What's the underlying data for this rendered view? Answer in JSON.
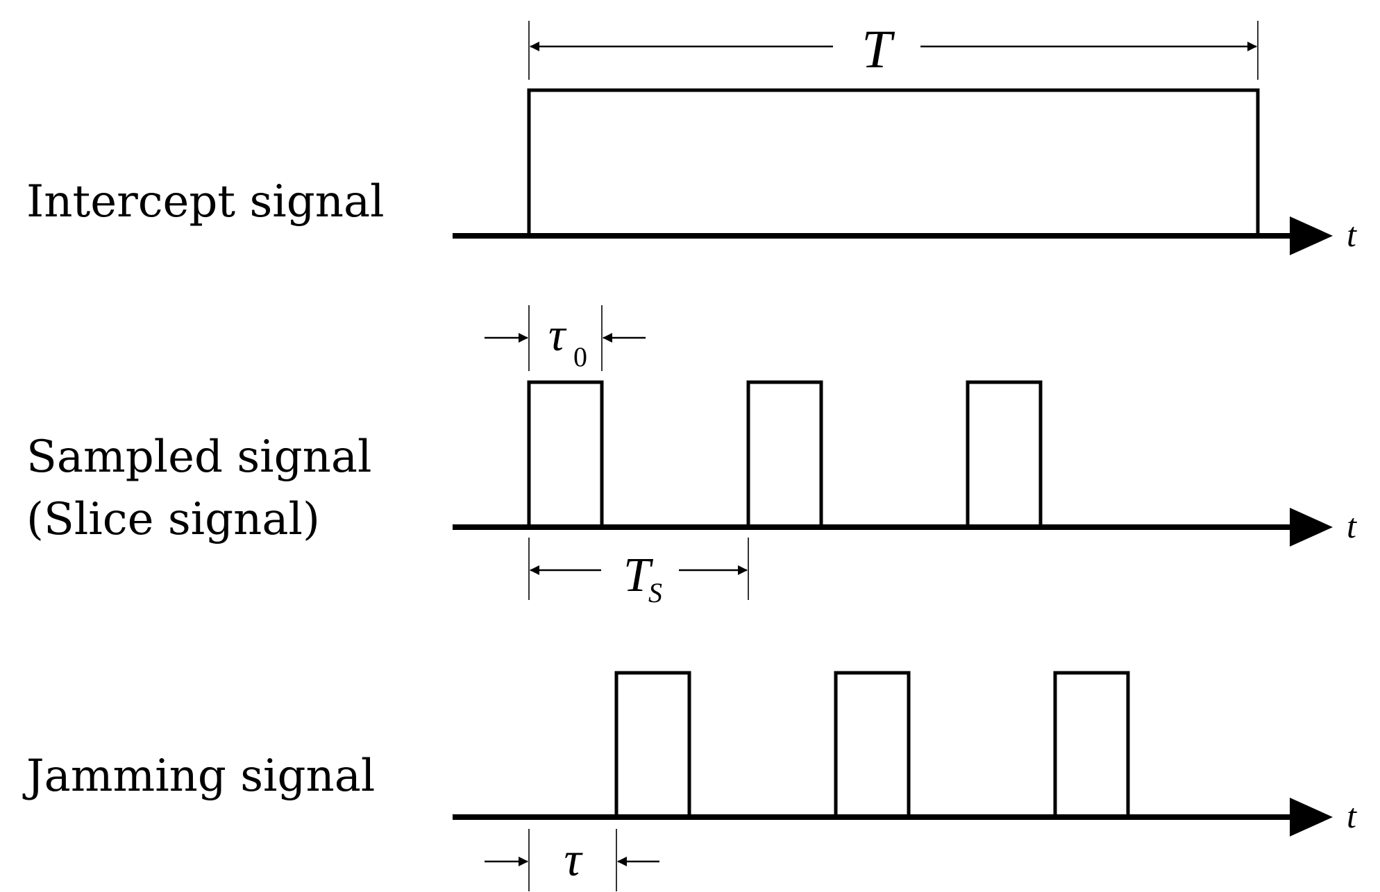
{
  "rows": [
    {
      "id": "intercept",
      "label_lines": [
        "Intercept signal"
      ],
      "axis_label": "t"
    },
    {
      "id": "sampled",
      "label_lines": [
        "Sampled signal",
        "(Slice signal)"
      ],
      "axis_label": "t"
    },
    {
      "id": "jamming",
      "label_lines": [
        "Jamming signal"
      ],
      "axis_label": "t"
    }
  ],
  "dimensions": {
    "T": {
      "symbol": "T"
    },
    "tau0": {
      "symbol": "τ",
      "subscript": "0"
    },
    "Ts": {
      "symbol": "T",
      "subscript": "S"
    },
    "tau": {
      "symbol": "τ"
    }
  },
  "colors": {
    "stroke": "#000000",
    "background": "#ffffff"
  }
}
